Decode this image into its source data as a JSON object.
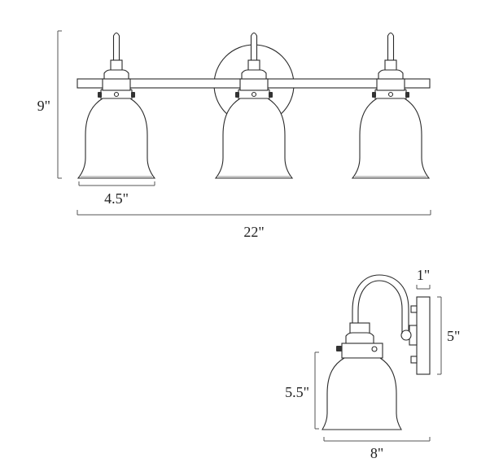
{
  "front_view": {
    "height_label": "9\"",
    "shade_width_label": "4.5\"",
    "total_width_label": "22\""
  },
  "side_view": {
    "backplate_depth_label": "1\"",
    "backplate_height_label": "5\"",
    "shade_height_label": "5.5\"",
    "extension_label": "8\""
  },
  "colors": {
    "line": "#2a2a2a",
    "dimension": "#555555",
    "background": "#ffffff"
  }
}
